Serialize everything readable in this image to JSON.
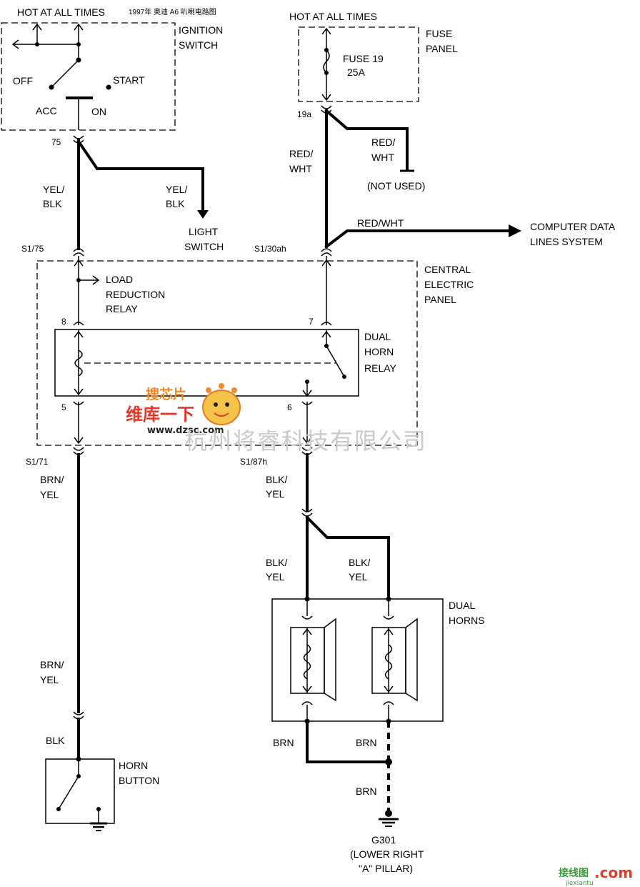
{
  "diagram": {
    "title": "1997年 奥迪 A6 叭喇电路图",
    "supply": {
      "left": "HOT AT ALL TIMES",
      "right": "HOT AT ALL TIMES"
    },
    "ignition_switch": {
      "name_1": "IGNITION",
      "name_2": "SWITCH",
      "off": "OFF",
      "start": "START",
      "acc": "ACC",
      "on": "ON",
      "pin": "75"
    },
    "fuse_panel": {
      "name_1": "FUSE",
      "name_2": "PANEL",
      "fuse_1": "FUSE 19",
      "fuse_2": "25A",
      "pin": "19a"
    },
    "wires": {
      "yel_blk_1": "YEL/",
      "yel_blk_2": "BLK",
      "yel_blk_b1": "YEL/",
      "yel_blk_b2": "BLK",
      "red_wht_1": "RED/",
      "red_wht_2": "WHT",
      "red_wht_b1": "RED/",
      "red_wht_b2": "WHT",
      "not_used": "(NOT USED)",
      "red_wht_c": "RED/WHT",
      "brn_yel_1": "BRN/",
      "brn_yel_2": "YEL",
      "brn_yel_b1": "BRN/",
      "brn_yel_b2": "YEL",
      "blk_yel_1": "BLK/",
      "blk_yel_2": "YEL",
      "blk_yel_l1": "BLK/",
      "blk_yel_l2": "YEL",
      "blk_yel_r1": "BLK/",
      "blk_yel_r2": "YEL",
      "blk": "BLK",
      "brn_l": "BRN",
      "brn_r": "BRN",
      "brn_g": "BRN"
    },
    "light_switch": {
      "line_1": "LIGHT",
      "line_2": "SWITCH"
    },
    "computer": {
      "line_1": "COMPUTER DATA",
      "line_2": "LINES SYSTEM"
    },
    "central_panel": {
      "name_1": "CENTRAL",
      "name_2": "ELECTRIC",
      "name_3": "PANEL",
      "pin_s175": "S1/75",
      "pin_s130": "S1/30ah",
      "pin_s171": "S1/71",
      "pin_s187": "S1/87h",
      "load_1": "LOAD",
      "load_2": "REDUCTION",
      "load_3": "RELAY",
      "pin_8": "8",
      "pin_7": "7",
      "pin_5": "5",
      "pin_6": "6"
    },
    "relay": {
      "name_1": "DUAL",
      "name_2": "HORN",
      "name_3": "RELAY"
    },
    "horns": {
      "name_1": "DUAL",
      "name_2": "HORNS"
    },
    "horn_button": {
      "name_1": "HORN",
      "name_2": "BUTTON"
    },
    "ground": {
      "id": "G301",
      "loc_1": "(LOWER RIGHT",
      "loc_2": "\"A\" PILLAR)"
    },
    "watermarks": {
      "logo_top": "搜芯片",
      "logo_mid": "维库一下",
      "logo_url": "www.dzsc.com",
      "company": "杭州将睿科技有限公司",
      "corner": "接线图",
      "corner_com": ".com",
      "corner_url": "jiexiantu"
    }
  }
}
